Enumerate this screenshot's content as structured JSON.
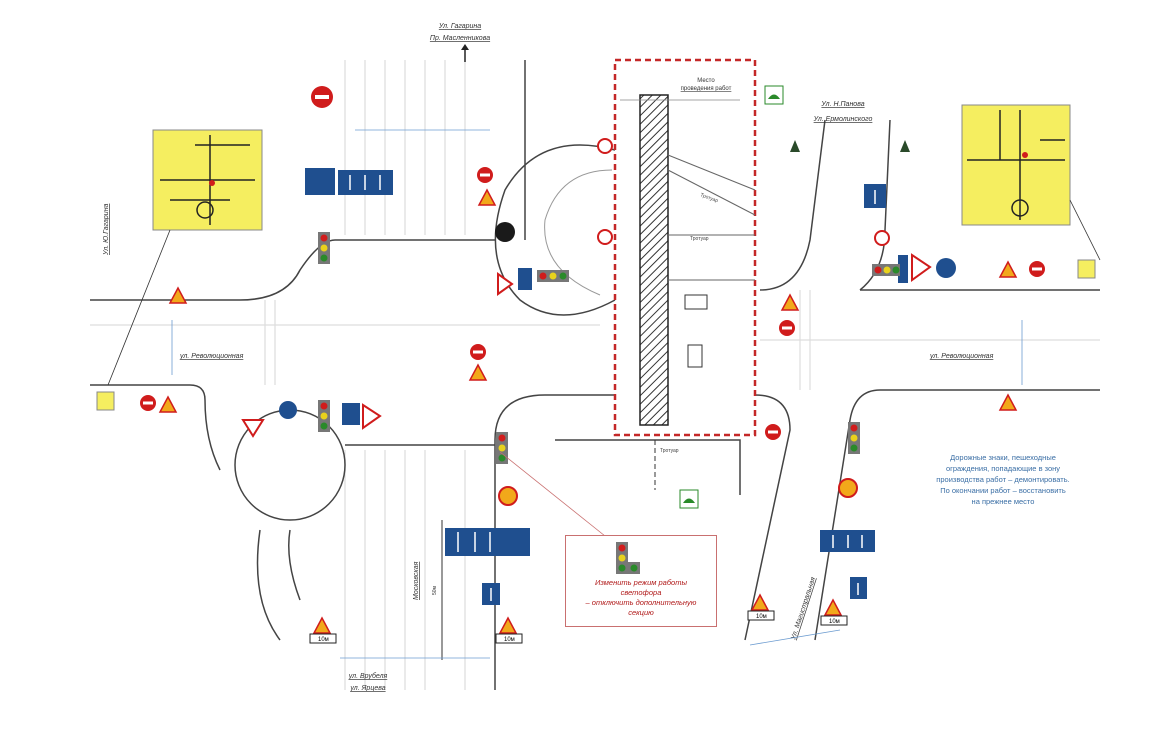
{
  "streets": {
    "top_1": "Ул. Гагарина",
    "top_2": "Пр. Масленникова",
    "right_top_1": "Ул. Н.Панова",
    "right_top_2": "Ул. Ермолинского",
    "left_vertical": "Ул. Ю.Гагарина",
    "left_horizontal": "ул. Революционная",
    "right_horizontal": "ул. Революционная",
    "bottom_1": "ул. Врубеля",
    "bottom_2": "ул. Ярцева",
    "bottom_vertical_left": "Московская",
    "bottom_vertical_right": "Ул. Магистральная"
  },
  "work_zone": {
    "title_1": "Место",
    "title_2": "проведения работ"
  },
  "sidewalk_label": "Тротуар",
  "distance_plate": "10м",
  "distance_label": "50м",
  "traffic_light_note": {
    "line1": "Изменить режим работы",
    "line2": "светофора",
    "line3": "– отключить дополнительную",
    "line4": "секцию"
  },
  "general_note": {
    "line1": "Дорожные знаки, пешеходные",
    "line2": "ограждения, попадающие в зону",
    "line3": "производства работ – демонтировать.",
    "line4": "По окончании работ – восстановить",
    "line5": "на прежнее место"
  },
  "colors": {
    "sign_blue": "#1f4f8f",
    "sign_red": "#d01c1c",
    "inset_yellow": "#f5ee60",
    "note_blue": "#3a6ea5",
    "work_red": "#c42828"
  }
}
